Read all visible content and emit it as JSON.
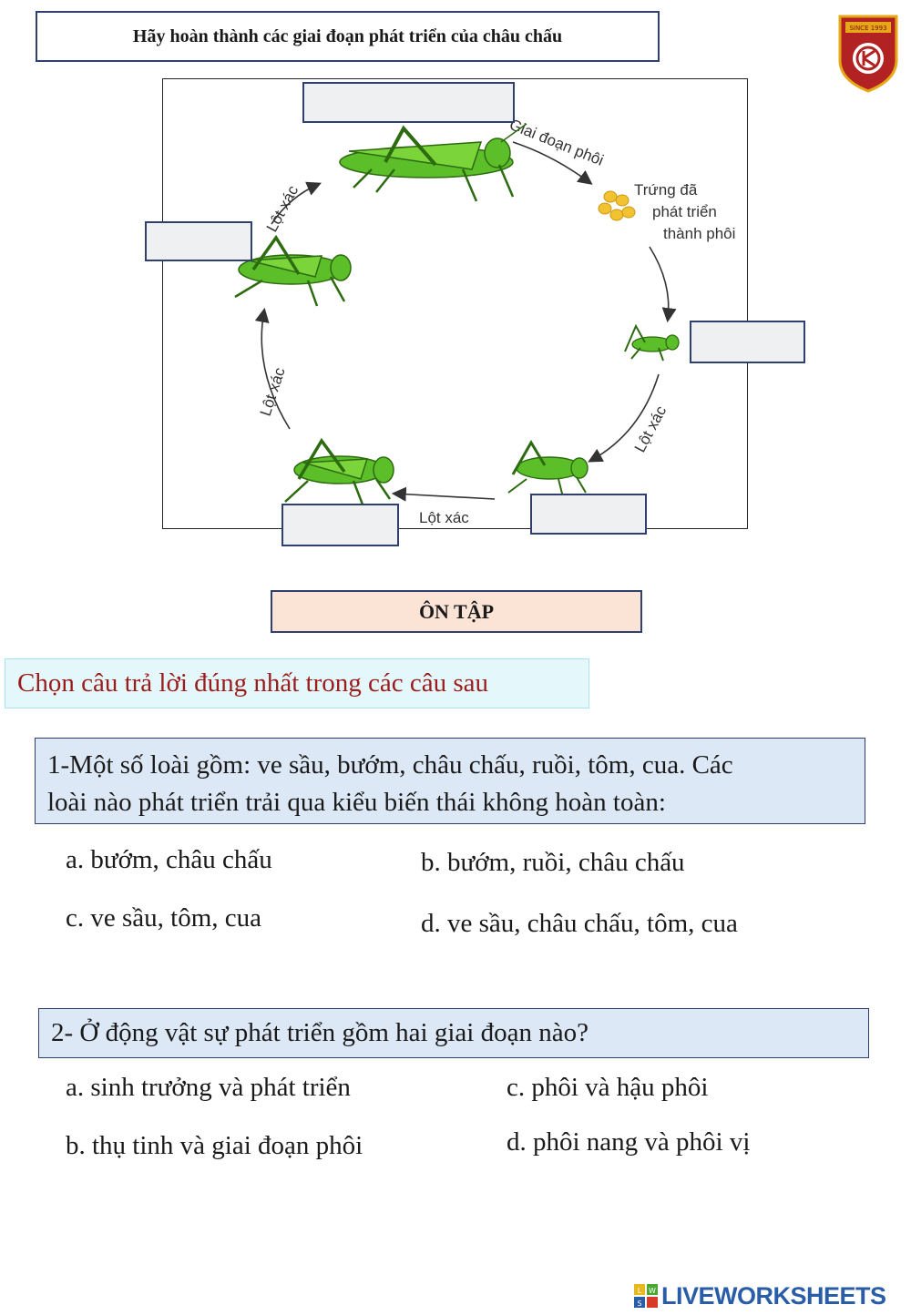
{
  "header": {
    "title": "Hãy hoàn thành các giai đoạn phát triển của châu chấu"
  },
  "logo": {
    "text": "SINCE 1993"
  },
  "diagram": {
    "labels": {
      "embryo_stage": "Giai đoạn phôi",
      "egg_line1": "Trứng đã",
      "egg_line2": "phát triển",
      "egg_line3": "thành phôi",
      "molt_right": "Lột xác",
      "molt_bottom": "Lột xác",
      "molt_left": "Lột xác",
      "molt_topleft": "Lột xác"
    },
    "answer_fields": {
      "top": "",
      "left": "",
      "right": "",
      "bottom_right": "",
      "bottom_left": ""
    }
  },
  "review": {
    "title": "ÔN TẬP"
  },
  "instruction": "Chọn câu trả lời đúng nhất trong các câu sau",
  "questions": [
    {
      "text_line1": "1-Một số loài gồm: ve sầu, bướm, châu chấu, ruồi, tôm, cua. Các",
      "text_line2": "loài nào phát triển trải qua kiểu biến thái không hoàn toàn:",
      "options": {
        "a": "a. bướm, châu chấu",
        "b": "b. bướm, ruồi, châu chấu",
        "c": "c. ve sầu, tôm, cua",
        "d": "d. ve sầu, châu chấu, tôm, cua"
      }
    },
    {
      "text": "2- Ở động vật sự phát triển gồm hai giai đoạn nào?",
      "options": {
        "a": "a. sinh trưởng và phát triển",
        "c": "c. phôi và hậu phôi",
        "b": "b. thụ tinh và giai đoạn phôi",
        "d": "d. phôi nang và phôi vị"
      }
    }
  ],
  "footer": {
    "brand": "LIVEWORKSHEETS",
    "icon_letters": "LWS"
  },
  "colors": {
    "box_border": "#2f3f6e",
    "question_bg": "#dde8f6",
    "review_bg": "#fbe3d6",
    "instruction_text": "#9b1c1c",
    "grasshopper": "#5cbf2a"
  }
}
